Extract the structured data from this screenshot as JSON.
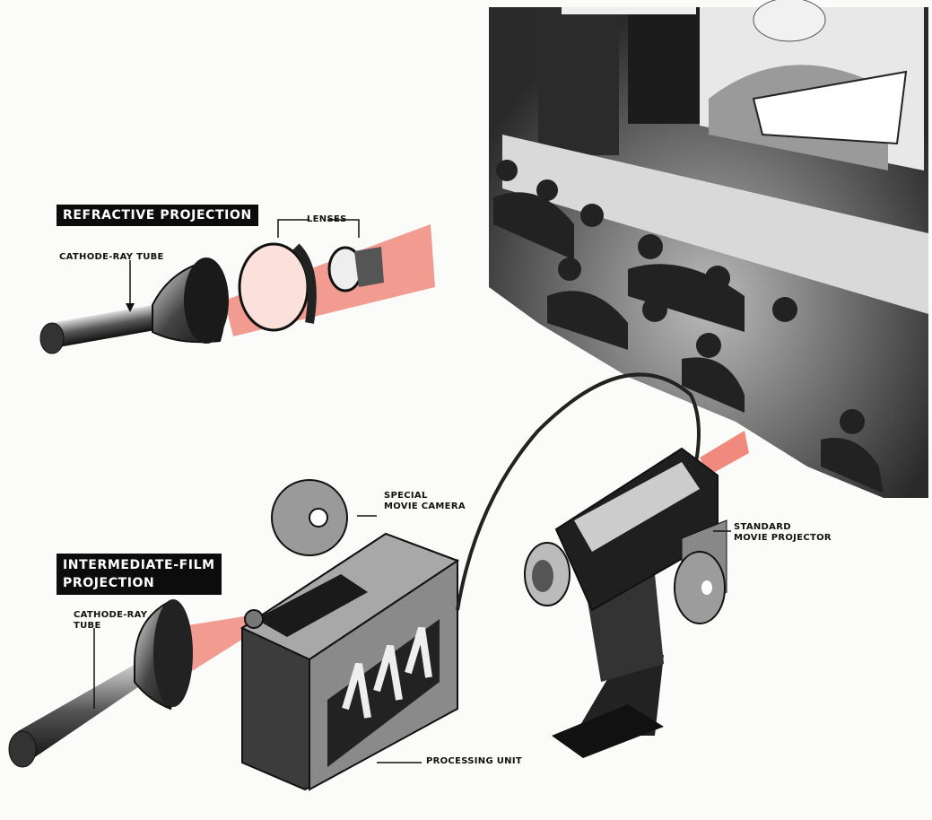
{
  "refractive": {
    "title": "REFRACTIVE PROJECTION",
    "tube_label": "CATHODE-RAY TUBE",
    "lenses_label": "LENSES"
  },
  "intermediate": {
    "title_line1": "INTERMEDIATE-FILM",
    "title_line2": "PROJECTION",
    "tube_label_line1": "CATHODE-RAY",
    "tube_label_line2": "TUBE",
    "camera_label_line1": "SPECIAL",
    "camera_label_line2": "MOVIE CAMERA",
    "processing_label": "PROCESSING UNIT",
    "projector_label_line1": "STANDARD",
    "projector_label_line2": "MOVIE PROJECTOR"
  },
  "colors": {
    "beam": "#f08a7e",
    "ink": "#111111",
    "theater": "#3a3a3a"
  }
}
